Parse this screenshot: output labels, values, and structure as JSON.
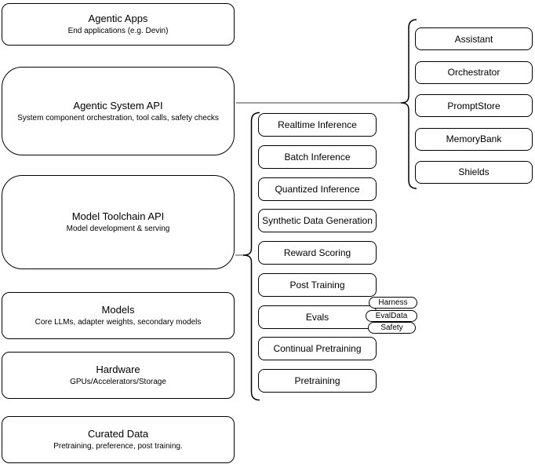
{
  "diagram": {
    "layers": [
      {
        "title": "Agentic Apps",
        "subtitle": "End applications (e.g. Devin)"
      },
      {
        "title": "Agentic System API",
        "subtitle": "System component orchestration, tool calls, safety checks"
      },
      {
        "title": "Model Toolchain API",
        "subtitle": "Model development & serving"
      },
      {
        "title": "Models",
        "subtitle": "Core LLMs, adapter weights, secondary models"
      },
      {
        "title": "Hardware",
        "subtitle": "GPUs/Accelerators/Storage"
      },
      {
        "title": "Curated Data",
        "subtitle": "Pretraining, preference, post training."
      }
    ],
    "toolchain_services": {
      "items": [
        "Realtime Inference",
        "Batch Inference",
        "Quantized Inference",
        "Synthetic Data Generation",
        "Reward Scoring",
        "Post Training",
        "Evals",
        "Continual Pretraining",
        "Pretraining"
      ]
    },
    "system_components": {
      "items": [
        "Assistant",
        "Orchestrator",
        "PromptStore",
        "MemoryBank",
        "Shields"
      ]
    },
    "eval_tags": {
      "items": [
        "Harness",
        "EvalData",
        "Safety"
      ]
    },
    "colors": {
      "box_border": "#000000",
      "box_fill": "#ffffff",
      "connector": "#686868",
      "background": "#ffffff"
    }
  }
}
